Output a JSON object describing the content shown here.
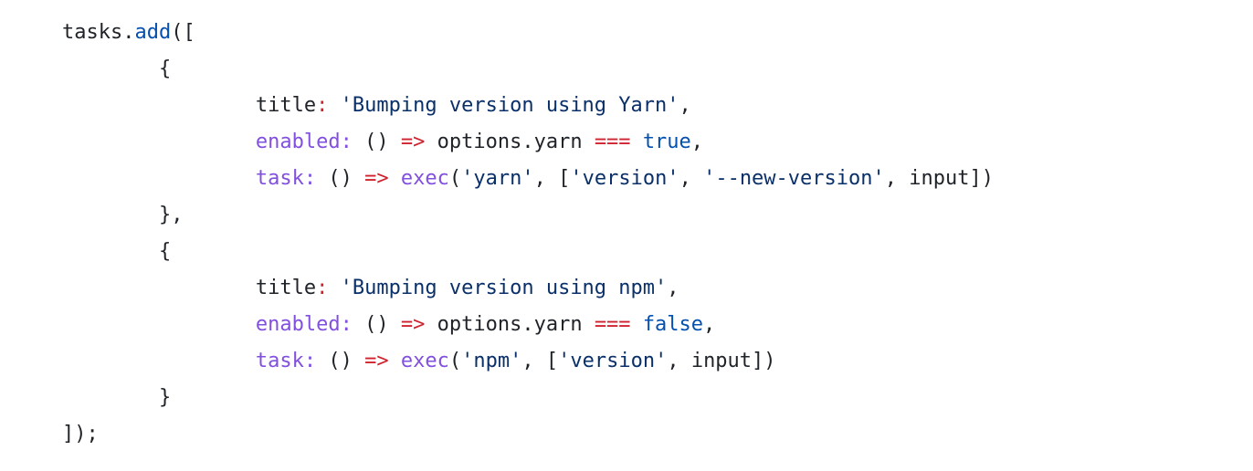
{
  "colors": {
    "background": "#ffffff",
    "plain": "#1f2328",
    "string": "#0a3069",
    "keyword": "#cf222e",
    "function": "#8250df",
    "property": "#8250df",
    "constant": "#0550ae"
  },
  "code": {
    "language": "javascript",
    "lines": [
      [
        {
          "t": "tasks.",
          "k": "plain"
        },
        {
          "t": "add",
          "k": "const"
        },
        {
          "t": "([",
          "k": "plain"
        }
      ],
      [
        {
          "t": "        {",
          "k": "plain"
        }
      ],
      [
        {
          "t": "                title",
          "k": "plain"
        },
        {
          "t": ":",
          "k": "keyword"
        },
        {
          "t": " ",
          "k": "plain"
        },
        {
          "t": "'Bumping version using Yarn'",
          "k": "string"
        },
        {
          "t": ",",
          "k": "plain"
        }
      ],
      [
        {
          "t": "                ",
          "k": "plain"
        },
        {
          "t": "enabled",
          "k": "prop"
        },
        {
          "t": ":",
          "k": "prop"
        },
        {
          "t": " () ",
          "k": "plain"
        },
        {
          "t": "=>",
          "k": "keyword"
        },
        {
          "t": " options.yarn ",
          "k": "plain"
        },
        {
          "t": "===",
          "k": "keyword"
        },
        {
          "t": " ",
          "k": "plain"
        },
        {
          "t": "true",
          "k": "const"
        },
        {
          "t": ",",
          "k": "plain"
        }
      ],
      [
        {
          "t": "                ",
          "k": "plain"
        },
        {
          "t": "task",
          "k": "prop"
        },
        {
          "t": ":",
          "k": "prop"
        },
        {
          "t": " () ",
          "k": "plain"
        },
        {
          "t": "=>",
          "k": "keyword"
        },
        {
          "t": " ",
          "k": "plain"
        },
        {
          "t": "exec",
          "k": "func"
        },
        {
          "t": "(",
          "k": "plain"
        },
        {
          "t": "'yarn'",
          "k": "string"
        },
        {
          "t": ", [",
          "k": "plain"
        },
        {
          "t": "'version'",
          "k": "string"
        },
        {
          "t": ", ",
          "k": "plain"
        },
        {
          "t": "'--new-version'",
          "k": "string"
        },
        {
          "t": ", input])",
          "k": "plain"
        }
      ],
      [
        {
          "t": "        },",
          "k": "plain"
        }
      ],
      [
        {
          "t": "        {",
          "k": "plain"
        }
      ],
      [
        {
          "t": "                title",
          "k": "plain"
        },
        {
          "t": ":",
          "k": "keyword"
        },
        {
          "t": " ",
          "k": "plain"
        },
        {
          "t": "'Bumping version using npm'",
          "k": "string"
        },
        {
          "t": ",",
          "k": "plain"
        }
      ],
      [
        {
          "t": "                ",
          "k": "plain"
        },
        {
          "t": "enabled",
          "k": "prop"
        },
        {
          "t": ":",
          "k": "prop"
        },
        {
          "t": " () ",
          "k": "plain"
        },
        {
          "t": "=>",
          "k": "keyword"
        },
        {
          "t": " options.yarn ",
          "k": "plain"
        },
        {
          "t": "===",
          "k": "keyword"
        },
        {
          "t": " ",
          "k": "plain"
        },
        {
          "t": "false",
          "k": "const"
        },
        {
          "t": ",",
          "k": "plain"
        }
      ],
      [
        {
          "t": "                ",
          "k": "plain"
        },
        {
          "t": "task",
          "k": "prop"
        },
        {
          "t": ":",
          "k": "prop"
        },
        {
          "t": " () ",
          "k": "plain"
        },
        {
          "t": "=>",
          "k": "keyword"
        },
        {
          "t": " ",
          "k": "plain"
        },
        {
          "t": "exec",
          "k": "func"
        },
        {
          "t": "(",
          "k": "plain"
        },
        {
          "t": "'npm'",
          "k": "string"
        },
        {
          "t": ", [",
          "k": "plain"
        },
        {
          "t": "'version'",
          "k": "string"
        },
        {
          "t": ", input])",
          "k": "plain"
        }
      ],
      [
        {
          "t": "        }",
          "k": "plain"
        }
      ],
      [
        {
          "t": "]);",
          "k": "plain"
        }
      ]
    ]
  }
}
